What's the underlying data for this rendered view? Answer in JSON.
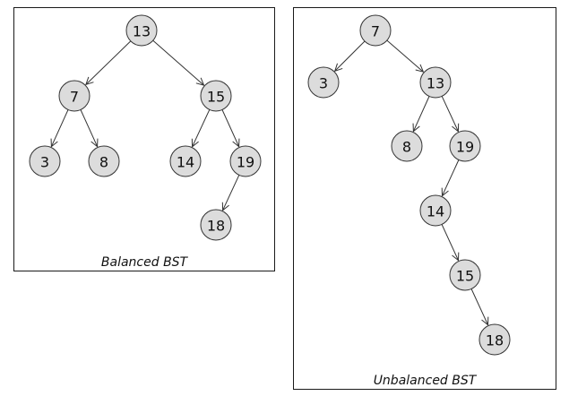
{
  "colors": {
    "node_fill": "#dcdcdc",
    "node_stroke": "#333333",
    "edge": "#333333"
  },
  "panels": [
    {
      "id": "balanced",
      "caption": "Balanced BST",
      "nodes": [
        {
          "id": "b13",
          "label": "13"
        },
        {
          "id": "b7",
          "label": "7"
        },
        {
          "id": "b15",
          "label": "15"
        },
        {
          "id": "b3",
          "label": "3"
        },
        {
          "id": "b8",
          "label": "8"
        },
        {
          "id": "b14",
          "label": "14"
        },
        {
          "id": "b19",
          "label": "19"
        },
        {
          "id": "b18",
          "label": "18"
        }
      ],
      "edges": [
        {
          "from": "b13",
          "to": "b7"
        },
        {
          "from": "b13",
          "to": "b15"
        },
        {
          "from": "b7",
          "to": "b3"
        },
        {
          "from": "b7",
          "to": "b8"
        },
        {
          "from": "b15",
          "to": "b14"
        },
        {
          "from": "b15",
          "to": "b19"
        },
        {
          "from": "b19",
          "to": "b18"
        }
      ]
    },
    {
      "id": "unbalanced",
      "caption": "Unbalanced BST",
      "nodes": [
        {
          "id": "u7",
          "label": "7"
        },
        {
          "id": "u3",
          "label": "3"
        },
        {
          "id": "u13",
          "label": "13"
        },
        {
          "id": "u8",
          "label": "8"
        },
        {
          "id": "u19",
          "label": "19"
        },
        {
          "id": "u14",
          "label": "14"
        },
        {
          "id": "u15",
          "label": "15"
        },
        {
          "id": "u18",
          "label": "18"
        }
      ],
      "edges": [
        {
          "from": "u7",
          "to": "u3"
        },
        {
          "from": "u7",
          "to": "u13"
        },
        {
          "from": "u13",
          "to": "u8"
        },
        {
          "from": "u13",
          "to": "u19"
        },
        {
          "from": "u19",
          "to": "u14"
        },
        {
          "from": "u14",
          "to": "u15"
        },
        {
          "from": "u15",
          "to": "u18"
        }
      ]
    }
  ]
}
